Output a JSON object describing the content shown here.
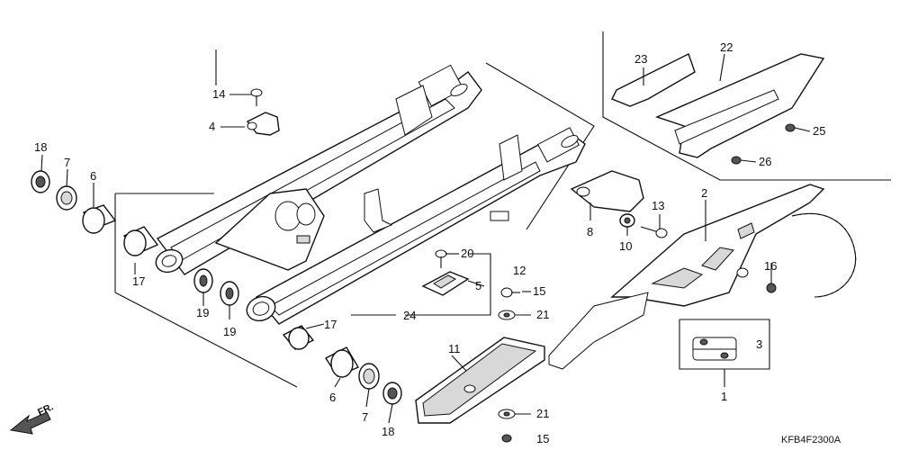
{
  "diagram": {
    "callouts": [
      {
        "id": "c-18a",
        "text": "18"
      },
      {
        "id": "c-7a",
        "text": "7"
      },
      {
        "id": "c-6a",
        "text": "6"
      },
      {
        "id": "c-17a",
        "text": "17"
      },
      {
        "id": "c-19a",
        "text": "19"
      },
      {
        "id": "c-19b",
        "text": "19"
      },
      {
        "id": "c-14",
        "text": "14"
      },
      {
        "id": "c-4",
        "text": "4"
      },
      {
        "id": "c-17b",
        "text": "17"
      },
      {
        "id": "c-24",
        "text": "24"
      },
      {
        "id": "c-20",
        "text": "20"
      },
      {
        "id": "c-12",
        "text": "12"
      },
      {
        "id": "c-5",
        "text": "5"
      },
      {
        "id": "c-15a",
        "text": "15"
      },
      {
        "id": "c-21a",
        "text": "21"
      },
      {
        "id": "c-11",
        "text": "11"
      },
      {
        "id": "c-21b",
        "text": "21"
      },
      {
        "id": "c-15b",
        "text": "15"
      },
      {
        "id": "c-6b",
        "text": "6"
      },
      {
        "id": "c-7b",
        "text": "7"
      },
      {
        "id": "c-18b",
        "text": "18"
      },
      {
        "id": "c-8",
        "text": "8"
      },
      {
        "id": "c-10",
        "text": "10"
      },
      {
        "id": "c-13",
        "text": "13"
      },
      {
        "id": "c-2",
        "text": "2"
      },
      {
        "id": "c-16",
        "text": "16"
      },
      {
        "id": "c-3",
        "text": "3"
      },
      {
        "id": "c-1",
        "text": "1"
      },
      {
        "id": "c-23",
        "text": "23"
      },
      {
        "id": "c-22",
        "text": "22"
      },
      {
        "id": "c-25",
        "text": "25"
      },
      {
        "id": "c-26",
        "text": "26"
      }
    ],
    "direction_label": "FR.",
    "drawing_code": "KFB4F2300A"
  }
}
